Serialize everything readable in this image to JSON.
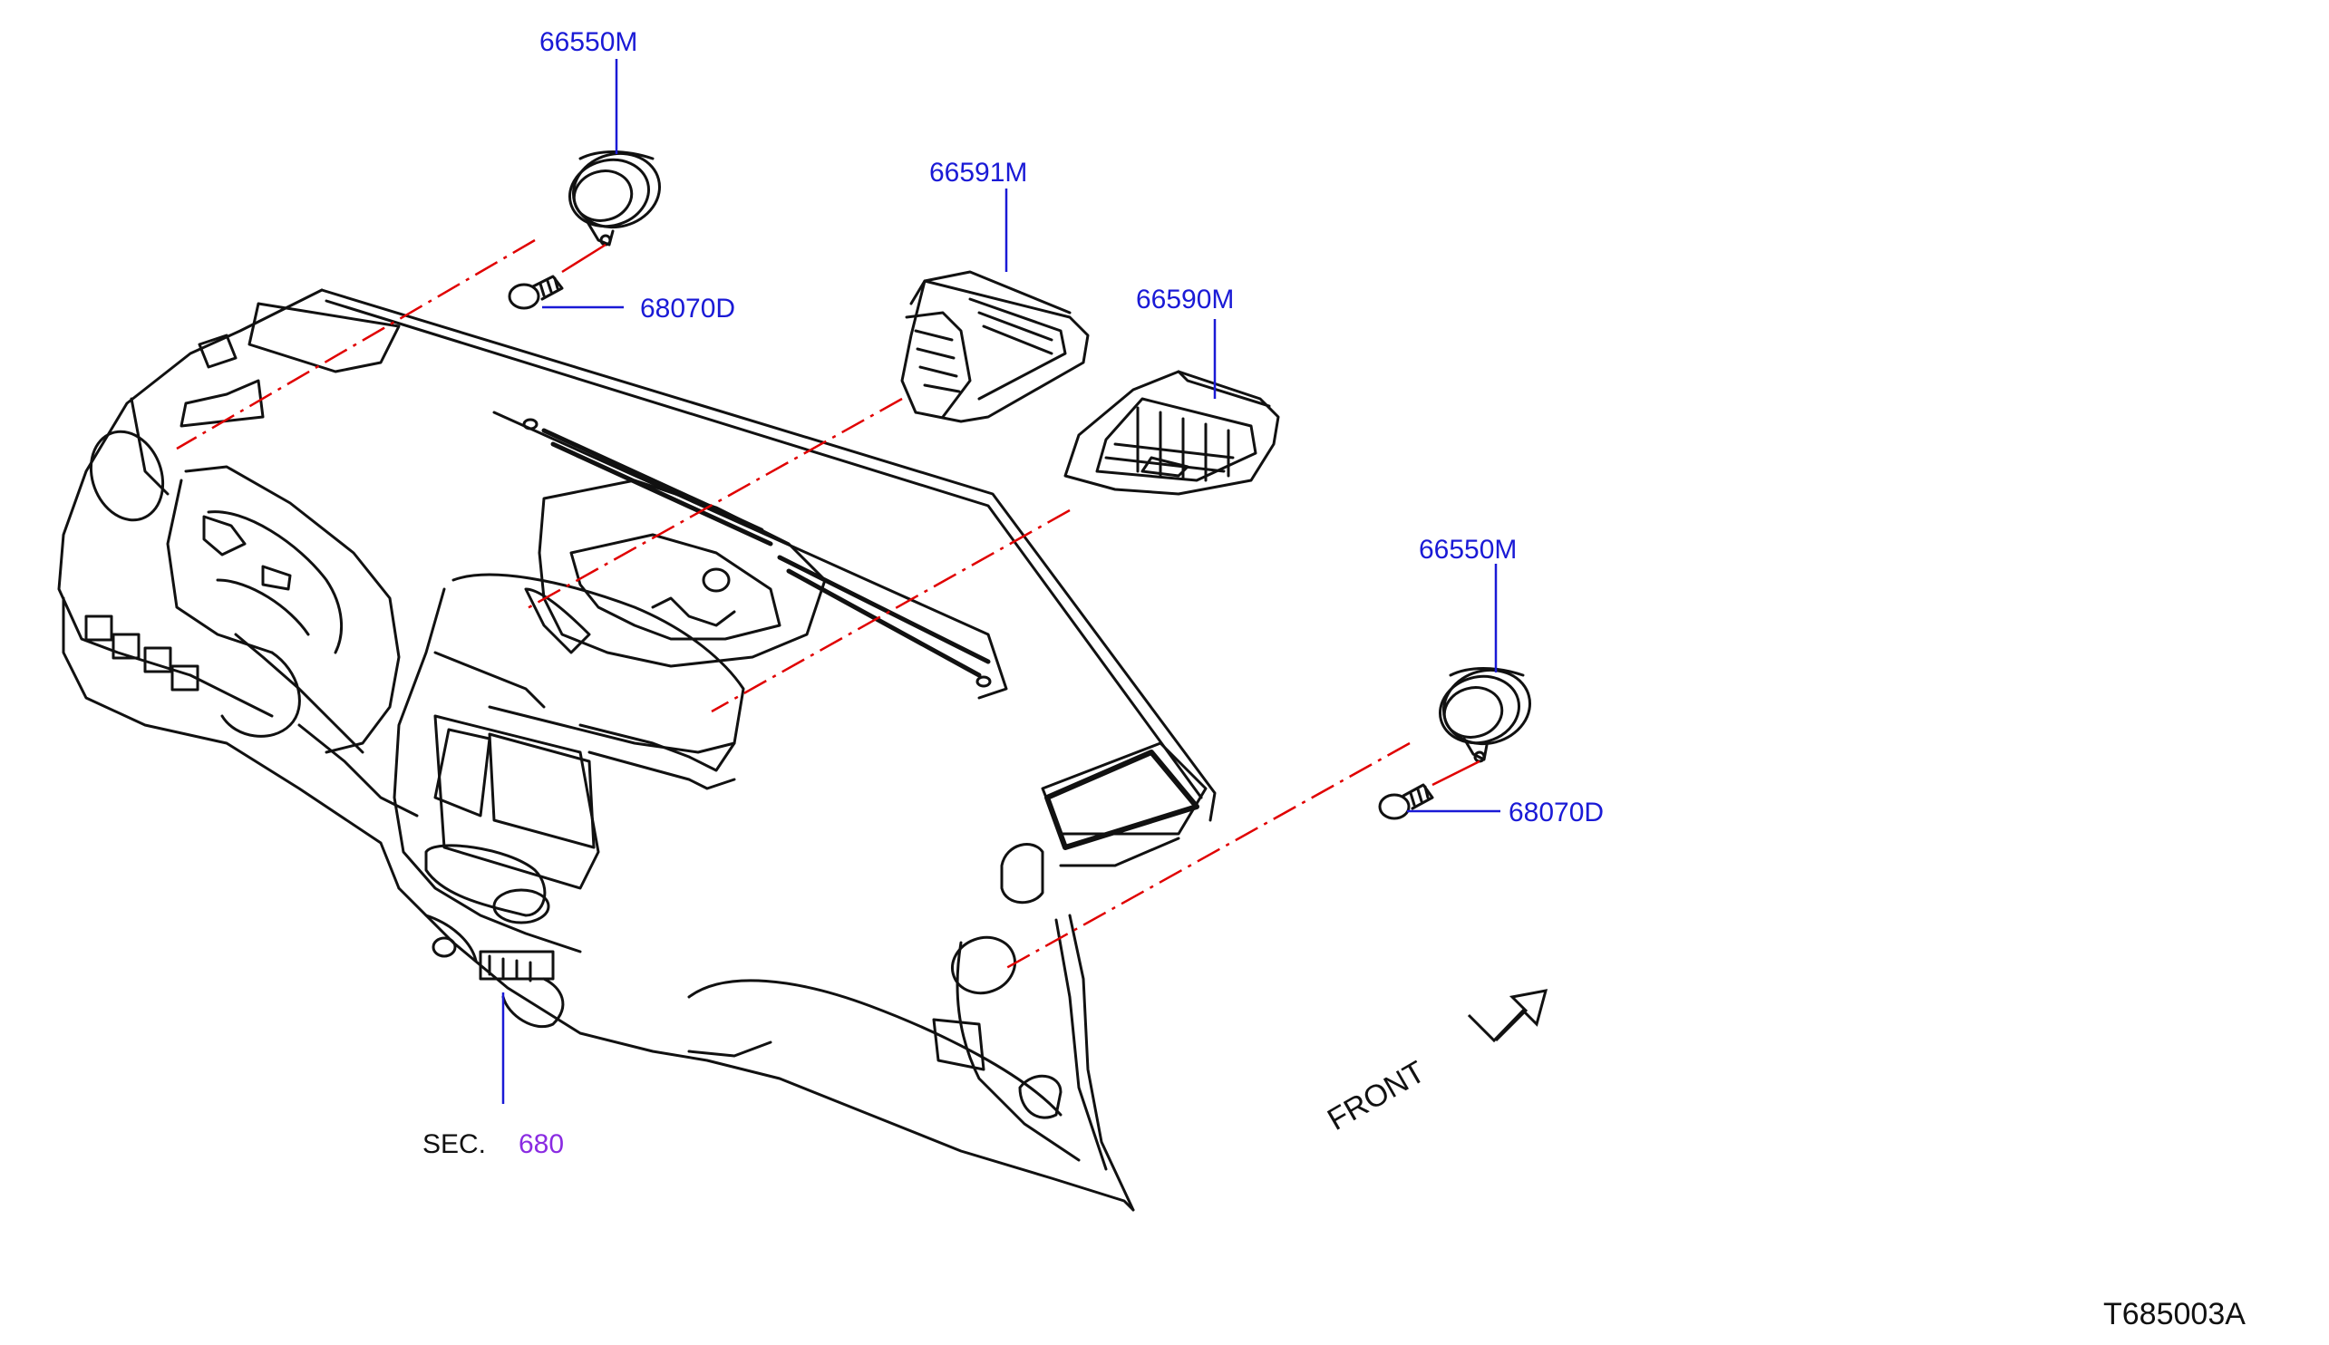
{
  "colors": {
    "part_number": "#1a1ad6",
    "section_ref": "#8a2be2",
    "ink": "#111111",
    "centerline": "#e00000"
  },
  "callouts": {
    "vent_side_upper": "66550M",
    "screw_upper": "68070D",
    "vent_center_left": "66591M",
    "vent_center_right": "66590M",
    "vent_side_lower": "66550M",
    "screw_lower": "68070D"
  },
  "section": {
    "prefix": "SEC.",
    "number": "680"
  },
  "direction_label": "FRONT",
  "drawing_id": "T685003A"
}
